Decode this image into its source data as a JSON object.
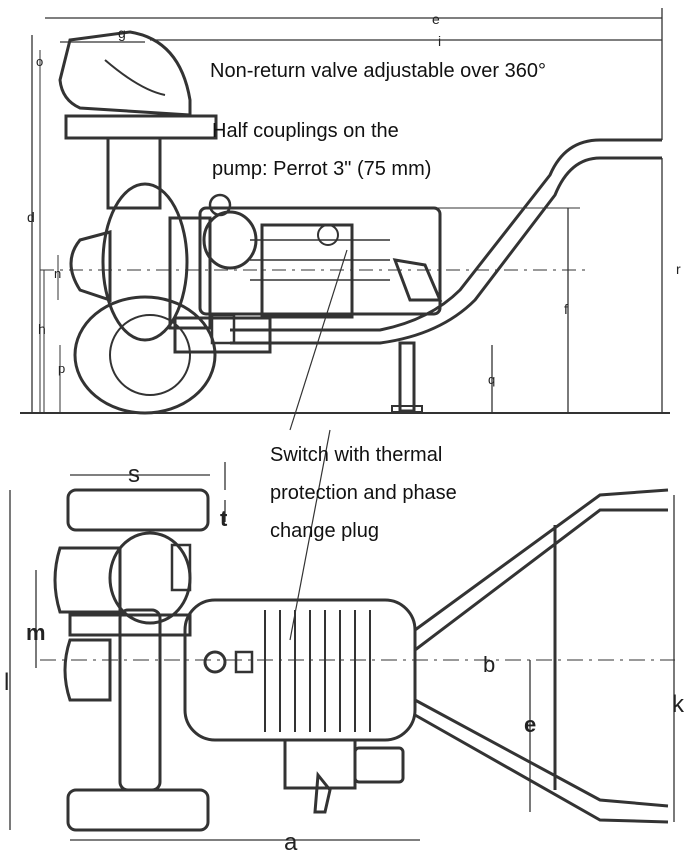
{
  "annotations": {
    "valve": "Non-return valve adjustable over 360°",
    "couplings_l1": "Half couplings on the",
    "couplings_l2": "pump: Perrot 3\" (75 mm)",
    "switch_l1": "Switch with thermal",
    "switch_l2": "protection and phase",
    "switch_l3": "change plug"
  },
  "dimensions": {
    "side": [
      "e",
      "g",
      "i",
      "o",
      "d",
      "n",
      "h",
      "p",
      "f",
      "q",
      "r"
    ],
    "top": [
      "s",
      "t",
      "m",
      "l",
      "b",
      "e",
      "k",
      "a"
    ]
  }
}
